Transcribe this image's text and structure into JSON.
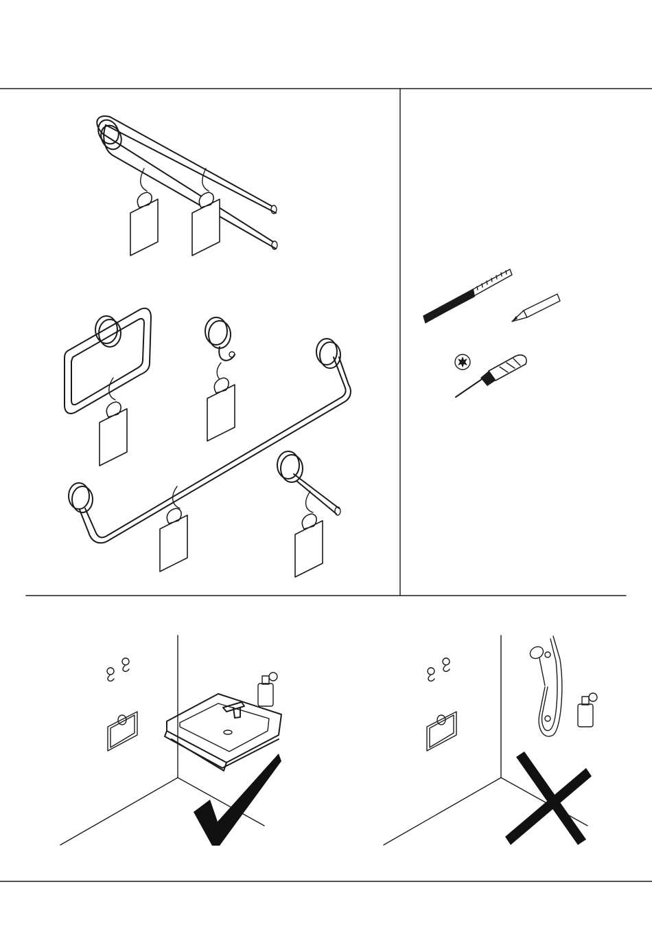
{
  "figure": {
    "kind": "installation-instructions-page",
    "accent_color": "#111111",
    "line_color": "#1a1a1a",
    "background_color": "#ffffff"
  },
  "panels": {
    "products": {
      "items": [
        {
          "icon": "double-towel-rail-icon"
        },
        {
          "icon": "towel-ring-icon"
        },
        {
          "icon": "robe-hook-icon"
        },
        {
          "icon": "angled-towel-bar-icon"
        },
        {
          "icon": "single-arm-towel-holder-icon"
        }
      ]
    },
    "tools": {
      "items": [
        {
          "icon": "ruler-icon"
        },
        {
          "icon": "pencil-icon"
        },
        {
          "icon": "torx-bit-icon"
        },
        {
          "icon": "screwdriver-icon"
        }
      ]
    },
    "placement": {
      "correct": {
        "icon": "checkmark-icon",
        "scene": "wall-mount-near-washbasin"
      },
      "incorrect": {
        "icon": "cross-icon",
        "scene": "wall-mount-near-shower"
      }
    }
  }
}
